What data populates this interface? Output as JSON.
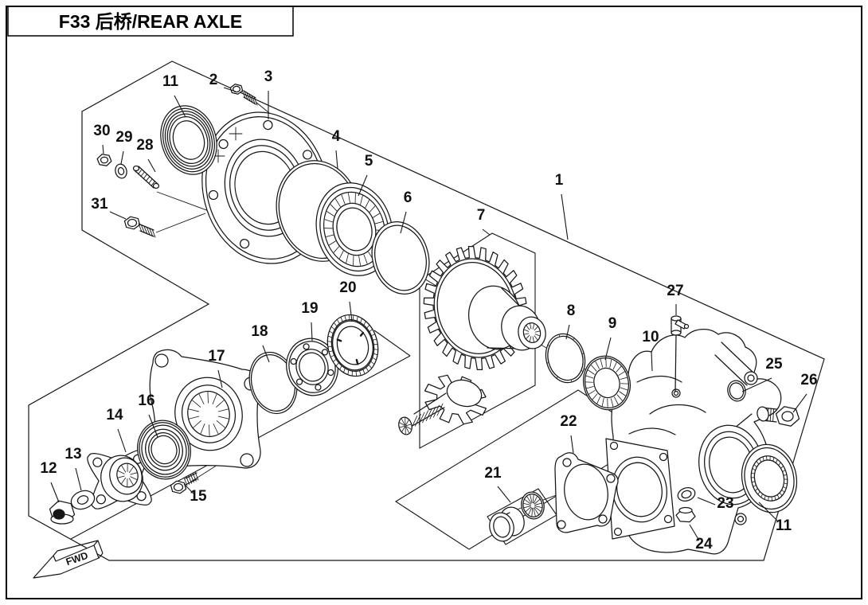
{
  "title": {
    "text": "F33 后桥/REAR AXLE"
  },
  "direction_marker": {
    "label": "FWD"
  },
  "colors": {
    "line": "#161616",
    "background": "#ffffff",
    "frame": "#000000"
  },
  "parts": [
    {
      "number": "1"
    },
    {
      "number": "2"
    },
    {
      "number": "3"
    },
    {
      "number": "4"
    },
    {
      "number": "5"
    },
    {
      "number": "6"
    },
    {
      "number": "7"
    },
    {
      "number": "8"
    },
    {
      "number": "9"
    },
    {
      "number": "10"
    },
    {
      "number": "11"
    },
    {
      "number": "11"
    },
    {
      "number": "12"
    },
    {
      "number": "13"
    },
    {
      "number": "14"
    },
    {
      "number": "15"
    },
    {
      "number": "16"
    },
    {
      "number": "17"
    },
    {
      "number": "18"
    },
    {
      "number": "19"
    },
    {
      "number": "20"
    },
    {
      "number": "21"
    },
    {
      "number": "22"
    },
    {
      "number": "23"
    },
    {
      "number": "24"
    },
    {
      "number": "25"
    },
    {
      "number": "26"
    },
    {
      "number": "27"
    },
    {
      "number": "28"
    },
    {
      "number": "29"
    },
    {
      "number": "30"
    },
    {
      "number": "31"
    }
  ]
}
